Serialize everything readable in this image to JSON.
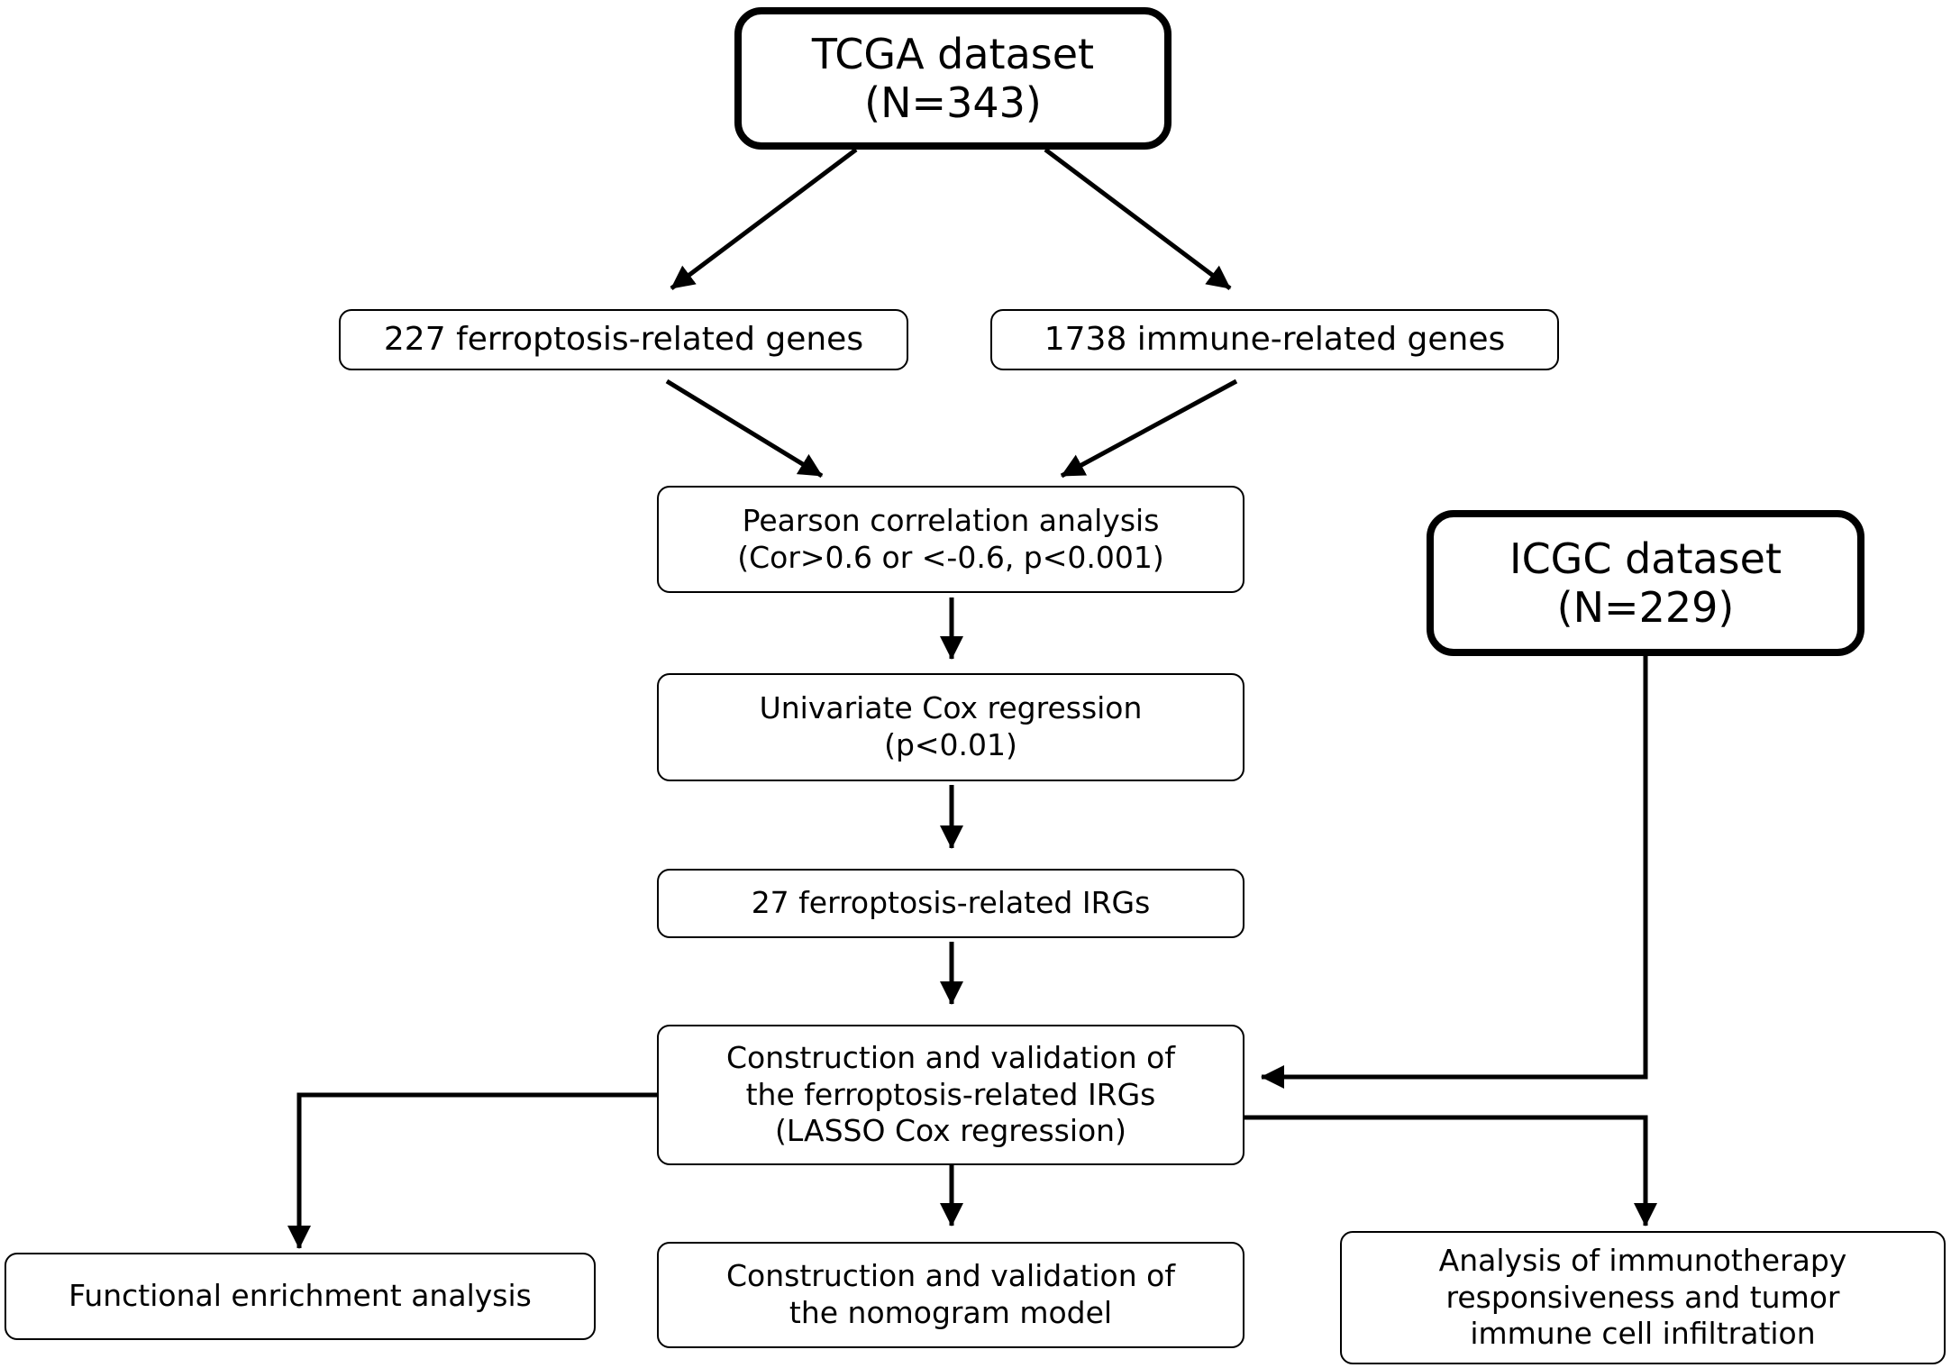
{
  "diagram": {
    "nodes": {
      "tcga": {
        "lines": [
          "TCGA dataset",
          "(N=343)"
        ]
      },
      "ferroptosis_genes": {
        "lines": [
          "227 ferroptosis-related genes"
        ]
      },
      "immune_genes": {
        "lines": [
          "1738 immune-related genes"
        ]
      },
      "pearson": {
        "lines": [
          "Pearson correlation analysis",
          "(Cor>0.6 or <-0.6, p<0.001)"
        ]
      },
      "univariate_cox": {
        "lines": [
          "Univariate Cox regression",
          "(p<0.01)"
        ]
      },
      "irgs": {
        "lines": [
          "27 ferroptosis-related IRGs"
        ]
      },
      "icgc": {
        "lines": [
          "ICGC dataset",
          "(N=229)"
        ]
      },
      "construction": {
        "lines": [
          "Construction and validation of",
          "the ferroptosis-related IRGs",
          "(LASSO Cox regression)"
        ]
      },
      "functional": {
        "lines": [
          "Functional enrichment analysis"
        ]
      },
      "nomogram": {
        "lines": [
          "Construction and validation of",
          "the nomogram model"
        ]
      },
      "immunotherapy": {
        "lines": [
          "Analysis of immunotherapy",
          "responsiveness and tumor",
          "immune cell infiltration"
        ]
      }
    },
    "edges": [
      {
        "from": "tcga",
        "to": "ferroptosis_genes"
      },
      {
        "from": "tcga",
        "to": "immune_genes"
      },
      {
        "from": "ferroptosis_genes",
        "to": "pearson"
      },
      {
        "from": "immune_genes",
        "to": "pearson"
      },
      {
        "from": "pearson",
        "to": "univariate_cox"
      },
      {
        "from": "univariate_cox",
        "to": "irgs"
      },
      {
        "from": "irgs",
        "to": "construction"
      },
      {
        "from": "icgc",
        "to": "construction"
      },
      {
        "from": "construction",
        "to": "functional"
      },
      {
        "from": "construction",
        "to": "nomogram"
      },
      {
        "from": "construction",
        "to": "immunotherapy"
      }
    ]
  }
}
